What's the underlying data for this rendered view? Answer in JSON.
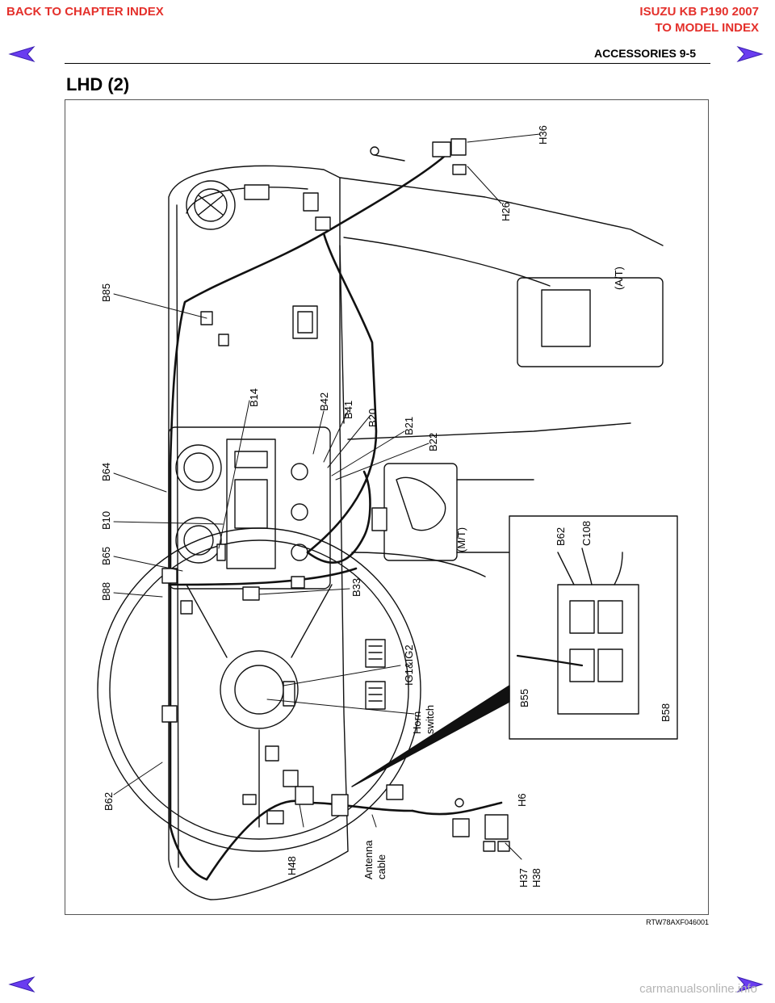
{
  "nav": {
    "back_chapter": "BACK TO CHAPTER INDEX",
    "model_title": "ISUZU KB P190 2007",
    "to_model_index": "TO MODEL INDEX"
  },
  "header": {
    "section": "ACCESSORIES  9-5"
  },
  "page_title": "LHD (2)",
  "figure": {
    "code": "RTW78AXF046001",
    "callouts": {
      "H36": "H36",
      "H26": "H26",
      "AT": "(A/T)",
      "B85": "B85",
      "B14": "B14",
      "B42": "B42",
      "B41": "B41",
      "B20": "B20",
      "B21": "B21",
      "B22": "B22",
      "B64": "B64",
      "B10": "B10",
      "B65": "B65",
      "B88": "B88",
      "MT": "(M/T)",
      "B33": "B33",
      "IG1IG2": "IG1&IG2",
      "Horn": "Horn",
      "switch": "switch",
      "B62": "B62",
      "H48": "H48",
      "Antenna": "Antenna",
      "cable": "cable",
      "H6": "H6",
      "H37": "H37",
      "H38": "H38",
      "inset_B62": "B62",
      "C108": "C108",
      "B55": "B55",
      "B58": "B58"
    }
  },
  "footer": {
    "watermark": "carmanualsonline.info"
  },
  "colors": {
    "link": "#e4302b",
    "arrow": "#6a3df0"
  }
}
